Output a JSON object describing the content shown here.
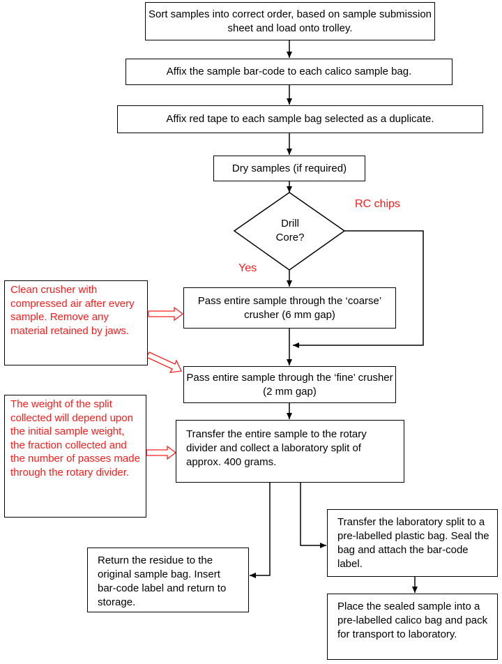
{
  "steps": {
    "sort": "Sort samples into correct order, based on sample submission sheet and load onto trolley.",
    "barcode": "Affix the sample bar-code to each calico sample bag.",
    "redtape": "Affix red tape to each sample bag selected as a duplicate.",
    "dry": "Dry samples (if required)",
    "coarse": "Pass entire sample through the ‘coarse’ crusher (6 mm gap)",
    "fine": "Pass entire sample through the ‘fine’ crusher (2 mm gap)",
    "rotary": "Transfer the entire sample to the rotary divider and collect a laboratory split of approx. 400 grams.",
    "residue": "Return the residue to the original sample bag. Insert bar-code label and return to storage.",
    "plastic": "Transfer the laboratory split to a pre-labelled plastic bag. Seal the bag and attach the bar-code label.",
    "calico": "Place the sealed sample into a pre-labelled calico bag and pack for transport to laboratory."
  },
  "decision": {
    "line1": "Drill",
    "line2": "Core?",
    "yes_label": "Yes",
    "no_label": "RC chips"
  },
  "notes": {
    "clean": "Clean crusher with compressed air after every sample. Remove any material retained by jaws.",
    "weight": "The weight of the split collected will depend upon the initial sample weight, the fraction collected and the number of passes made through the rotary divider."
  },
  "colors": {
    "note_text": "#ff1a1a",
    "line": "#000000",
    "hollow_arrow": "#ff1a1a"
  }
}
